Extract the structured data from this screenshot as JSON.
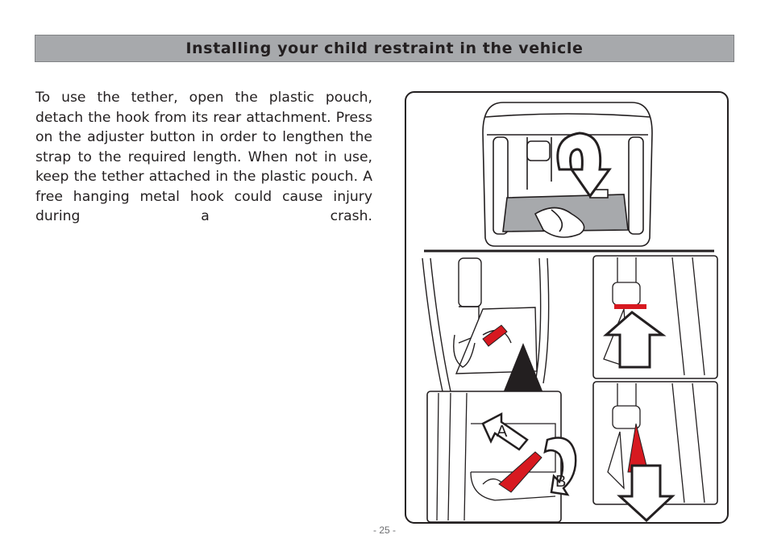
{
  "header": {
    "title": "Installing your child restraint in the vehicle"
  },
  "body": {
    "paragraph": "To use the tether, open the plastic pouch, detach the hook from its rear attachment. Press on the adjuster button in order to lengthen the strap to the required length. When not in use, keep the tether attached in the plastic pouch. A free hanging metal hook could cause injury during a crash."
  },
  "figure": {
    "label_a": "A",
    "label_b": "B",
    "colors": {
      "outline": "#231f20",
      "strap_red": "#d71920",
      "panel_gray": "#a7a9ac"
    }
  },
  "footer": {
    "page_number": "- 25 -"
  }
}
